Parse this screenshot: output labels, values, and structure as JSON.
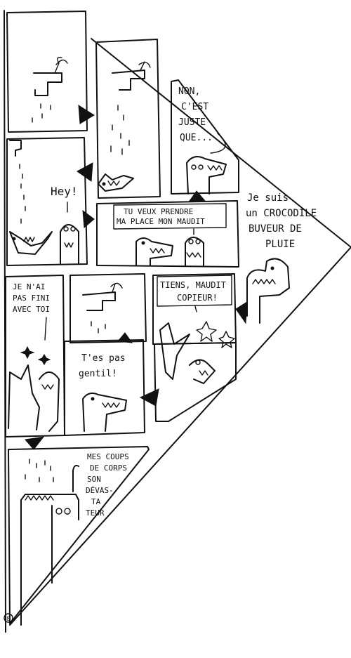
{
  "comic": {
    "bubbles": {
      "non": [
        "NON,",
        "C'EST",
        "JUSTE",
        "QUE..."
      ],
      "hey": "Hey!",
      "tu_veux": [
        "TU VEUX PRENDRE",
        "MA PLACE MON MAUDIT"
      ],
      "je_suis": [
        "Je suis",
        "un CROCODILE",
        "BUVEUR DE",
        "PLUIE"
      ],
      "je_nai": [
        "JE N'AI",
        "PAS FINI",
        "AVEC TOI"
      ],
      "tiens": [
        "TIENS, MAUDIT",
        "COPIEUR!"
      ],
      "tes_pas": [
        "T'es pas",
        "gentil!"
      ],
      "mes_coups": [
        "MES COUPS",
        "DE CORPS",
        "SON",
        "DÉVAS-",
        "TA",
        "TEUR"
      ]
    },
    "page_number": "8"
  }
}
